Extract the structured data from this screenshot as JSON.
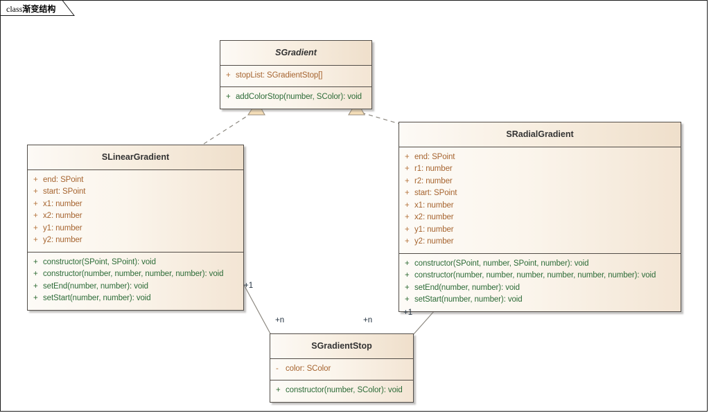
{
  "diagram": {
    "frame_tab": {
      "stereotype": "class",
      "name": "渐变结构"
    },
    "colors": {
      "border": "#514C47",
      "header_fill_start": "#FDFAF6",
      "header_fill_end": "#EFDFCB",
      "body_fill_start": "#FDFBF7",
      "body_fill_end": "#F3E5D4",
      "attribute_text": "#A6642F",
      "method_text": "#2C6B37",
      "connector": "#8C8880",
      "multiplicity_text": "#22313F",
      "arrowhead_fill": "#F5DEB8"
    },
    "classes": [
      {
        "id": "sgradient",
        "name": "SGradient",
        "abstract": true,
        "attributes": [
          {
            "visibility": "+",
            "text": "stopList: SGradientStop[]"
          }
        ],
        "methods": [
          {
            "visibility": "+",
            "text": "addColorStop(number, SColor): void"
          }
        ]
      },
      {
        "id": "slineargradient",
        "name": "SLinearGradient",
        "abstract": false,
        "attributes": [
          {
            "visibility": "+",
            "text": "end: SPoint"
          },
          {
            "visibility": "+",
            "text": "start: SPoint"
          },
          {
            "visibility": "+",
            "text": "x1: number"
          },
          {
            "visibility": "+",
            "text": "x2: number"
          },
          {
            "visibility": "+",
            "text": "y1: number"
          },
          {
            "visibility": "+",
            "text": "y2: number"
          }
        ],
        "methods": [
          {
            "visibility": "+",
            "text": "constructor(SPoint, SPoint): void"
          },
          {
            "visibility": "+",
            "text": "constructor(number, number, number, number): void"
          },
          {
            "visibility": "+",
            "text": "setEnd(number, number): void"
          },
          {
            "visibility": "+",
            "text": "setStart(number, number): void"
          }
        ]
      },
      {
        "id": "sradialgradient",
        "name": "SRadialGradient",
        "abstract": false,
        "attributes": [
          {
            "visibility": "+",
            "text": "end: SPoint"
          },
          {
            "visibility": "+",
            "text": "r1: number"
          },
          {
            "visibility": "+",
            "text": "r2: number"
          },
          {
            "visibility": "+",
            "text": "start: SPoint"
          },
          {
            "visibility": "+",
            "text": "x1: number"
          },
          {
            "visibility": "+",
            "text": "x2: number"
          },
          {
            "visibility": "+",
            "text": "y1: number"
          },
          {
            "visibility": "+",
            "text": "y2: number"
          }
        ],
        "methods": [
          {
            "visibility": "+",
            "text": "constructor(SPoint, number, SPoint, number): void"
          },
          {
            "visibility": "+",
            "text": "constructor(number, number, number, number, number, number): void"
          },
          {
            "visibility": "+",
            "text": "setEnd(number, number): void"
          },
          {
            "visibility": "+",
            "text": "setStart(number, number): void"
          }
        ]
      },
      {
        "id": "sgradientstop",
        "name": "SGradientStop",
        "abstract": false,
        "attributes": [
          {
            "visibility": "-",
            "text": "color: SColor"
          }
        ],
        "methods": [
          {
            "visibility": "+",
            "text": "constructor(number, SColor): void"
          }
        ]
      }
    ],
    "relationships": [
      {
        "id": "rel-linear-gradient",
        "type": "realization",
        "style": "dashed",
        "arrowhead": "hollow-triangle",
        "from": "SLinearGradient",
        "to": "SGradient",
        "source_multiplicity": "",
        "target_multiplicity": ""
      },
      {
        "id": "rel-radial-gradient",
        "type": "realization",
        "style": "dashed",
        "arrowhead": "hollow-triangle",
        "from": "SRadialGradient",
        "to": "SGradient",
        "source_multiplicity": "",
        "target_multiplicity": ""
      },
      {
        "id": "rel-linear-stop",
        "type": "association",
        "style": "solid",
        "arrowhead": "none",
        "from": "SLinearGradient",
        "to": "SGradientStop",
        "source_multiplicity": "+1",
        "target_multiplicity": "+n"
      },
      {
        "id": "rel-radial-stop",
        "type": "association",
        "style": "solid",
        "arrowhead": "none",
        "from": "SRadialGradient",
        "to": "SGradientStop",
        "source_multiplicity": "+1",
        "target_multiplicity": "+n"
      }
    ],
    "multiplicity_labels": [
      {
        "id": "mult-linear-1",
        "text": "+1"
      },
      {
        "id": "mult-linear-n",
        "text": "+n"
      },
      {
        "id": "mult-radial-n",
        "text": "+n"
      },
      {
        "id": "mult-radial-1",
        "text": "+1"
      }
    ]
  }
}
